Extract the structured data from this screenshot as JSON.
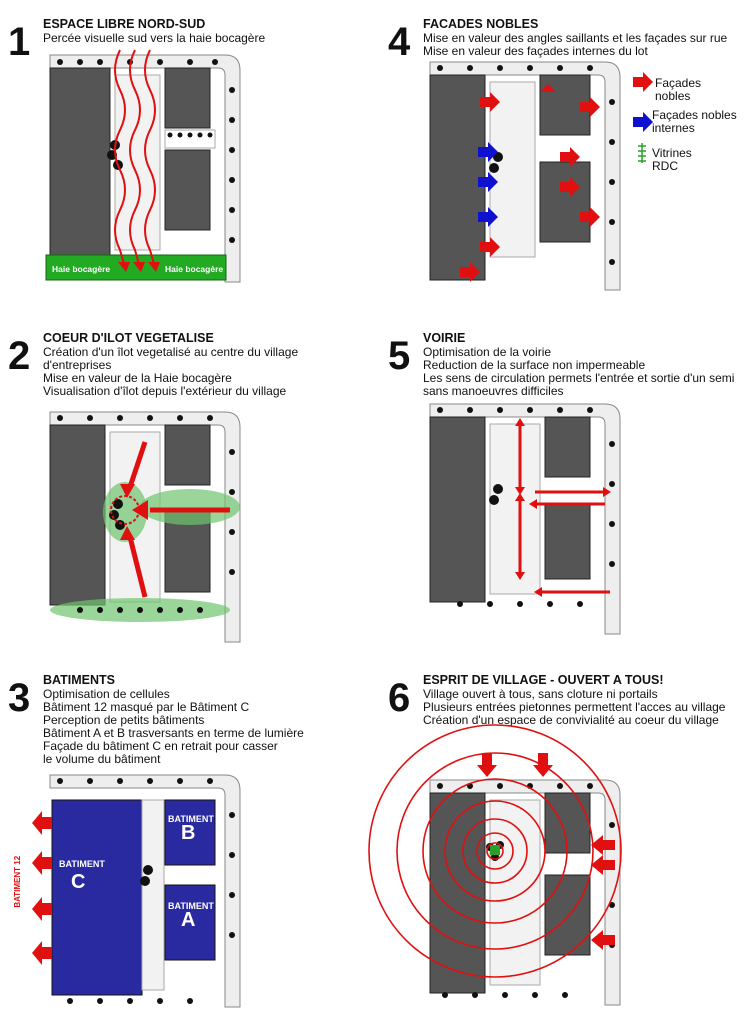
{
  "panels": [
    {
      "number": "1",
      "title": "ESPACE LIBRE NORD-SUD",
      "lines": [
        "Percée visuelle sud vers la haie bocagère"
      ],
      "labels": {
        "hedge_left": "Haie bocagère",
        "hedge_right": "Haie bocagère"
      }
    },
    {
      "number": "2",
      "title": "COEUR D'ILOT VEGETALISE",
      "lines": [
        "Création d'un îlot vegetalisé au centre du village",
        "d'entreprises",
        "Mise en valeur de la Haie bocagère",
        "Visualisation d'îlot depuis l'extérieur du village"
      ]
    },
    {
      "number": "3",
      "title": "BATIMENTS",
      "lines": [
        "Optimisation de cellules",
        "Bâtiment 12 masqué par le Bâtiment C",
        "Perception de petits bâtiments",
        "Bâtiment A et B trasversants en terme de lumière",
        "Façade du bâtiment C en retrait pour casser",
        "le volume du bâtiment"
      ],
      "labels": {
        "batiment": "BATIMENT",
        "a": "A",
        "b": "B",
        "c": "C",
        "batiment12": "BATIMENT 12"
      }
    },
    {
      "number": "4",
      "title": "FACADES NOBLES",
      "lines": [
        "Mise en valeur des angles saillants et les façades sur rue",
        "Mise en valeur des façades internes du lot"
      ],
      "legend": {
        "nobles": "Façades nobles",
        "internes": "Façades nobles internes",
        "vitrines": "Vitrines RDC"
      }
    },
    {
      "number": "5",
      "title": "VOIRIE",
      "lines": [
        "Optimisation de la voirie",
        "Reduction de la surface non impermeable",
        "Les sens de circulation permets l'entrée et sortie d'un semi",
        "sans manoeuvres difficiles"
      ]
    },
    {
      "number": "6",
      "title": "ESPRIT DE VILLAGE - OUVERT A TOUS!",
      "lines": [
        "Village ouvert à tous, sans cloture ni portails",
        "Plusieurs entrées pietonnes permettent l'acces au village",
        "Création d'un espace de convivialité au coeur du village"
      ]
    }
  ],
  "colors": {
    "building": "#555555",
    "red": "#e01010",
    "blue": "#1010d0",
    "green": "#2aa02a",
    "hedge": "#22aa22",
    "batiment_fill": "#2a2aa0"
  }
}
